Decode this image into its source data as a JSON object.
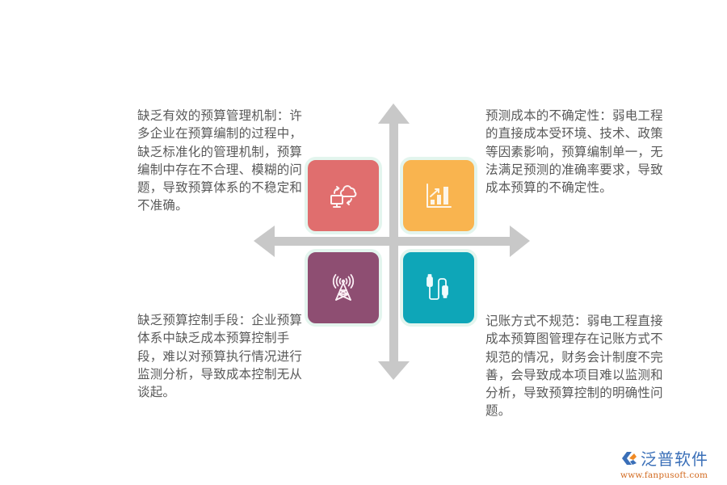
{
  "quadrants": {
    "top_left": {
      "text": "缺乏有效的预算管理机制：许多企业在预算编制的过程中，缺乏标准化的管理机制，预算编制中存在不合理、模糊的问题，导致预算体系的不稳定和不准确。",
      "icon": "cloud-sync-computer-icon",
      "color": "#e06e6e"
    },
    "top_right": {
      "text": "预测成本的不确定性：弱电工程的直接成本受环境、技术、政策等因素影响，预算编制单一，无法满足预测的准确率要求，导致成本预算的不确定性。",
      "icon": "growth-bar-chart-icon",
      "color": "#f9b44f"
    },
    "bottom_left": {
      "text": "缺乏预算控制手段：企业预算体系中缺乏成本预算控制手段，难以对预算执行情况进行监测分析，导致成本控制无从谈起。",
      "icon": "signal-tower-icon",
      "color": "#8e4e72"
    },
    "bottom_right": {
      "text": "记账方式不规范：弱电工程直接成本预算图管理存在记账方式不规范的情况，财务会计制度不完善，会导致成本项目难以监测和分析，导致预算控制的明确性问题。",
      "icon": "usb-cable-icon",
      "color": "#0ea6b8"
    }
  },
  "colors": {
    "axis": "#c8c8c8",
    "card_border": "#e3f5ee",
    "text": "#595959"
  },
  "logo": {
    "name": "泛普软件",
    "url": "www.fanpusoft.com"
  }
}
